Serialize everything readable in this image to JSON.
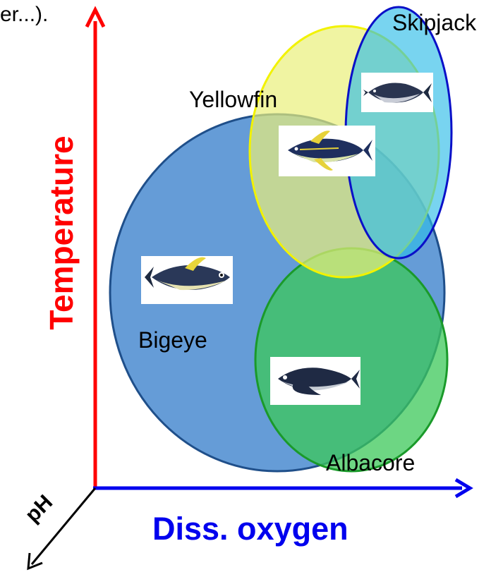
{
  "header": {
    "fragment": "er...)."
  },
  "axes": {
    "y_label": "Temperature",
    "x_label": "Diss. oxygen",
    "z_label": "pH",
    "y_color": "#ff0000",
    "x_color": "#0000ee",
    "z_color": "#000000"
  },
  "species": [
    {
      "name": "Bigeye",
      "fill": "#4a8bd0",
      "stroke": "#1f4f8a"
    },
    {
      "name": "Albacore",
      "fill": "#3cc85a",
      "stroke": "#1a9a2a"
    },
    {
      "name": "Yellowfin",
      "fill": "#d8e87a",
      "stroke": "#f2f200"
    },
    {
      "name": "Skipjack",
      "fill": "#2fbde8",
      "stroke": "#0a10c8"
    }
  ]
}
